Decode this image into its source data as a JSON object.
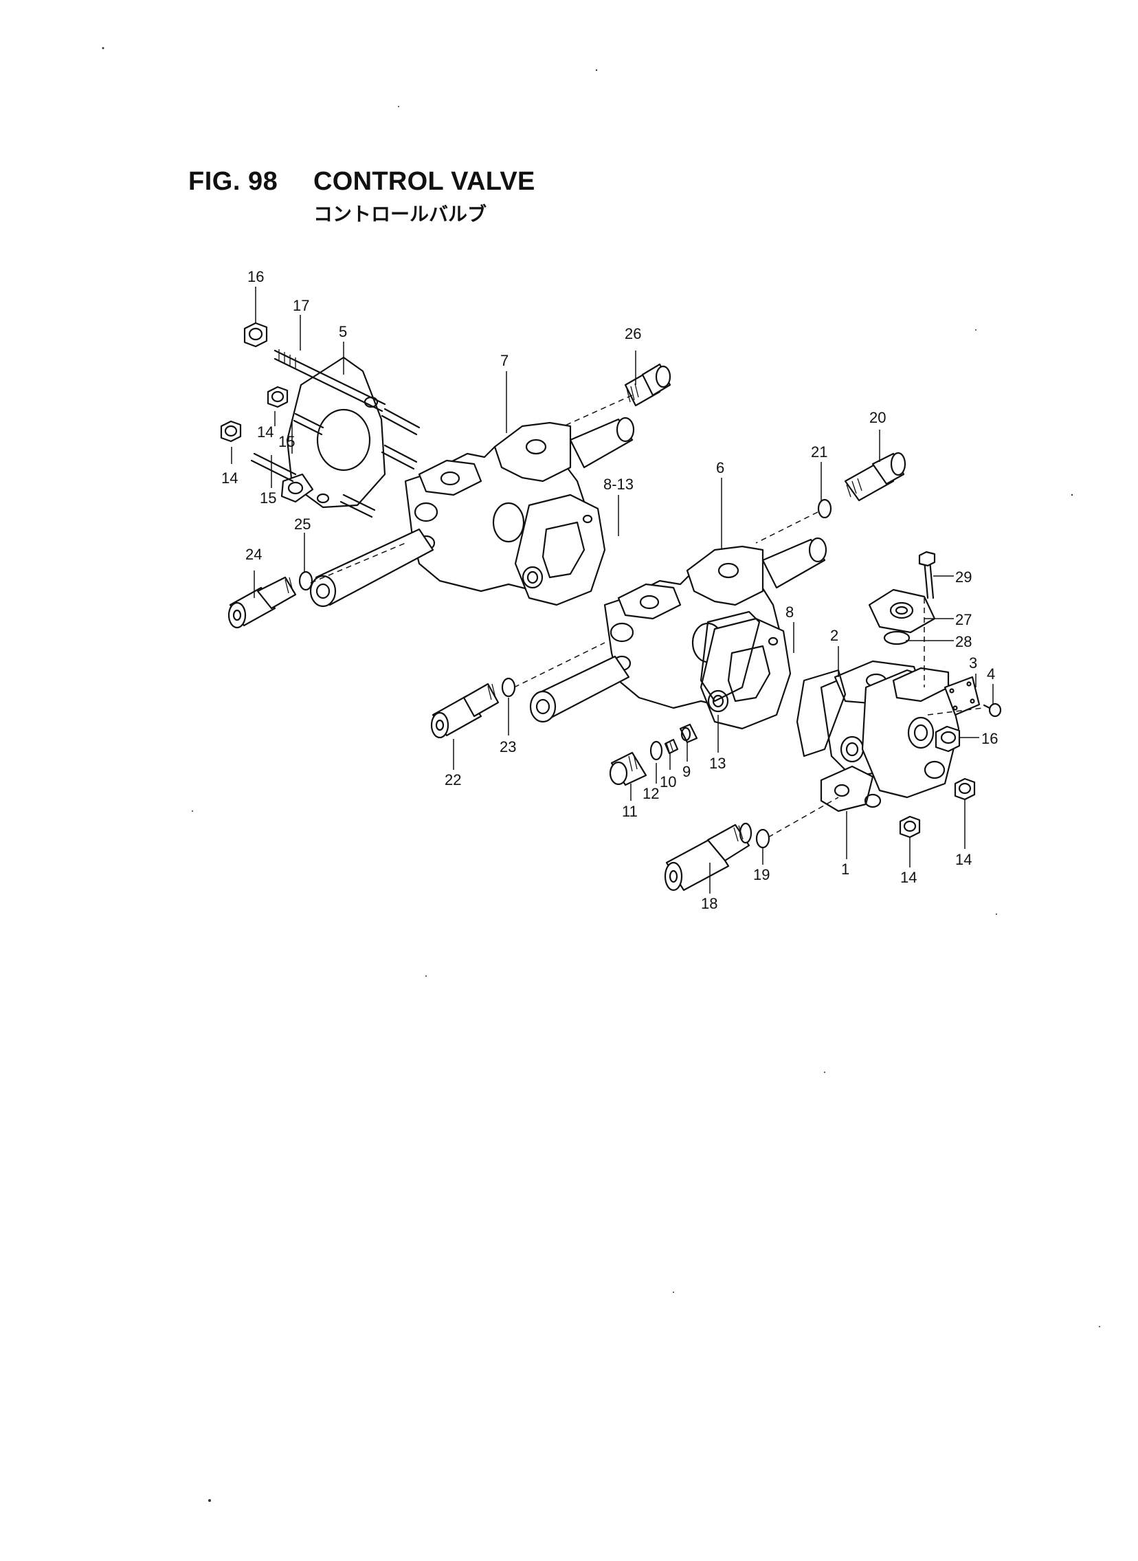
{
  "figure": {
    "number": "FIG. 98",
    "title": "CONTROL VALVE",
    "subtitle": "コントロールバルブ"
  },
  "callouts": [
    "16",
    "17",
    "5",
    "26",
    "7",
    "14",
    "15",
    "14",
    "15",
    "20",
    "21",
    "8-13",
    "6",
    "24",
    "25",
    "29",
    "27",
    "28",
    "8",
    "2",
    "3",
    "4",
    "16",
    "23",
    "22",
    "13",
    "9",
    "10",
    "12",
    "11",
    "19",
    "1",
    "14",
    "14",
    "18"
  ]
}
